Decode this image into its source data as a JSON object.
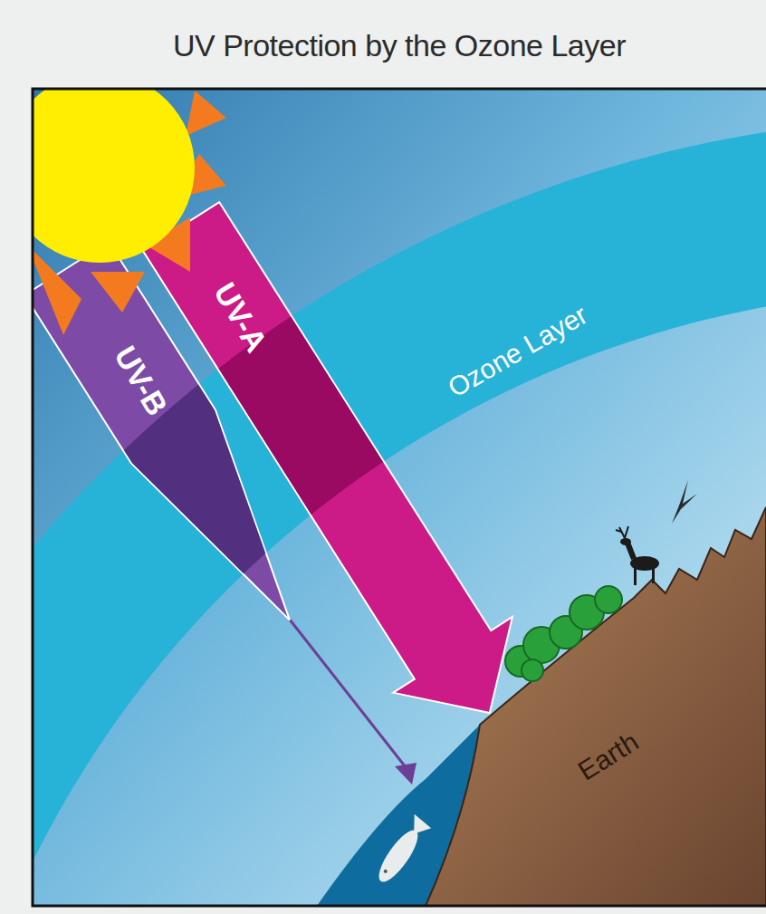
{
  "diagram": {
    "title": "UV Protection by the Ozone Layer",
    "labels": [
      "UV-B",
      "UV-A",
      "Ozone Layer",
      "Earth"
    ]
  }
}
